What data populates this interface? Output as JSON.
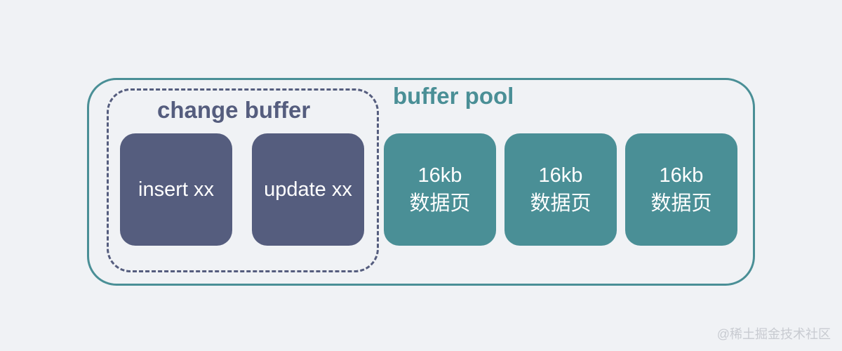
{
  "diagram": {
    "buffer_pool": {
      "title": "buffer pool",
      "color": "#4a8f96",
      "pages": [
        {
          "size": "16kb",
          "label": "数据页"
        },
        {
          "size": "16kb",
          "label": "数据页"
        },
        {
          "size": "16kb",
          "label": "数据页"
        }
      ]
    },
    "change_buffer": {
      "title": "change buffer",
      "color": "#555d7e",
      "items": [
        {
          "label": "insert xx"
        },
        {
          "label": "update xx"
        }
      ]
    }
  },
  "watermark": "@稀土掘金技术社区"
}
